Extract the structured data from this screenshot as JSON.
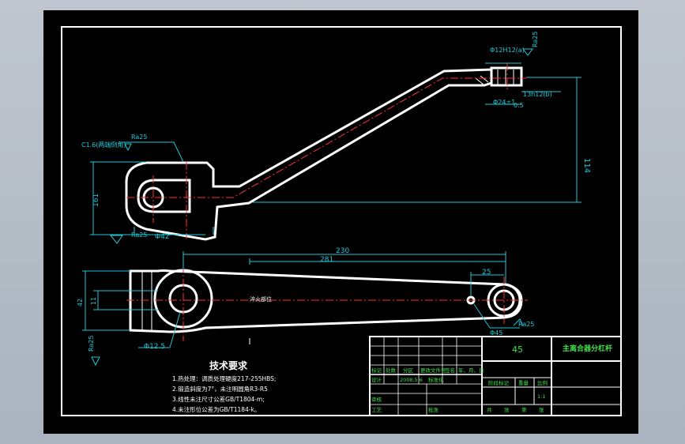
{
  "drawing": {
    "dimensions": {
      "d230": "230",
      "d281": "281",
      "d25": "25",
      "d114": "114",
      "d161": "161",
      "d42": "Φ42",
      "d12_5": "Φ12.5",
      "d12_top": "Φ12H12(a)",
      "d24": "Φ24±1",
      "tol05": "0.5",
      "d13": "13h12(b)",
      "d45": "Φ45",
      "d42v": "42",
      "d11v": "11",
      "ra25": "Ra25",
      "ra25b": "Ra25",
      "ra25c": "Ra25",
      "ra25d": "Ra25",
      "ra25e": "Ra25",
      "c16": "C1.6(两端倒角)",
      "center_note": "淬火部位"
    },
    "tech": {
      "title": "技术要求",
      "lines": [
        "1.热处理：调质处理硬度217-255HBS;",
        "2.锻造斜度为7°，未注明圆角R3-R5",
        "3.线性未注尺寸公差GB/T1804-m;",
        "4.未注形位公差为GB/T1184-k。"
      ]
    },
    "title_block": {
      "material": "45",
      "part_name": "主离合器分杠杆",
      "labels": {
        "mark": "标记",
        "count": "处数",
        "zone": "分区",
        "doc": "更改文件号",
        "sign": "签名",
        "date": "年、月、日",
        "designer": "设计",
        "std": "标准化",
        "stage": "阶段标记",
        "weight": "重量",
        "scale": "比例",
        "check": "审核",
        "craft": "工艺",
        "approve": "批准",
        "sheets_total": "共",
        "sheet_word": "张",
        "this_sheet": "第",
        "sheet_word2": "张",
        "date_val": "2008.5.6",
        "ratio_val": "1:1"
      }
    }
  }
}
